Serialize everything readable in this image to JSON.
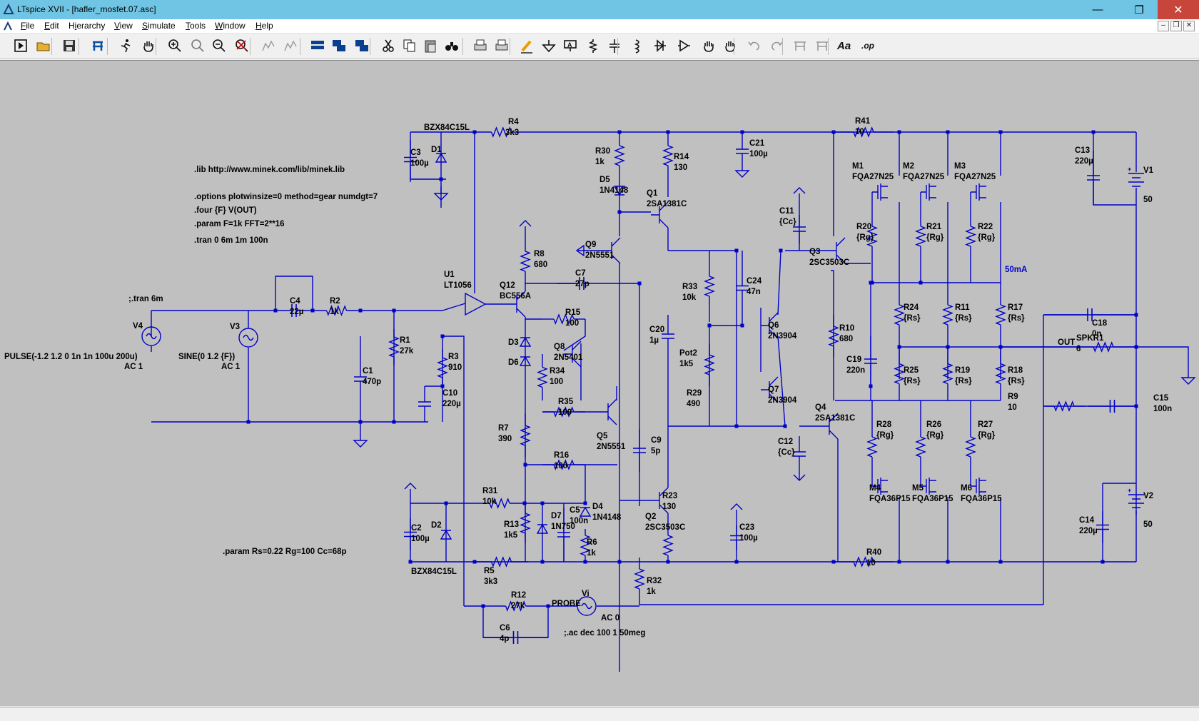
{
  "window": {
    "title": "LTspice XVII - [hafler_mosfet.07.asc]",
    "minimize_glyph": "—",
    "maximize_glyph": "❐",
    "close_glyph": "✕"
  },
  "menu": {
    "items": [
      "File",
      "Edit",
      "Hierarchy",
      "View",
      "Simulate",
      "Tools",
      "Window",
      "Help"
    ],
    "mnemonics": [
      "F",
      "E",
      "i",
      "V",
      "S",
      "T",
      "W",
      "H"
    ],
    "mdi_buttons": [
      "–",
      "❐",
      "✕"
    ]
  },
  "toolbar": {
    "icons": [
      "run-icon",
      "open-folder-icon",
      "save-icon",
      "control-panel-icon",
      "autoroute-icon",
      "pan-hand-icon",
      "zoom-in-icon",
      "zoom-area-icon",
      "zoom-out-icon",
      "zoom-fit-icon",
      "tile-horizontal-icon",
      "tile-vertical-icon",
      "tile-windows-icon",
      "cascade-icon",
      "arrange-icon",
      "cut-icon",
      "copy-icon",
      "paste-icon",
      "find-icon",
      "print-setup-icon",
      "print-icon",
      "draw-wire-icon",
      "ground-icon",
      "label-net-icon",
      "resistor-icon",
      "capacitor-icon",
      "inductor-icon",
      "diode-icon",
      "component-icon",
      "move-icon",
      "drag-icon",
      "undo-icon",
      "redo-icon",
      "rotate-icon",
      "mirror-icon",
      "text-icon",
      "spice-directive-icon"
    ],
    "spice_directive_label": ".op",
    "text_label": "Aa"
  },
  "colors": {
    "titlebar": "#6fc5e3",
    "close": "#c7453a",
    "canvas": "#c0c0c0",
    "wire": "#0000c8",
    "text": "#000000",
    "netlabel": "#0000c8"
  },
  "schematic": {
    "directives": [
      ".lib http://www.minek.com/lib/minek.lib",
      ".options plotwinsize=0 method=gear numdgt=7",
      ".four {F} V(OUT)",
      ".param F=1k FFT=2**16",
      ".tran 0 6m 1m 100n",
      ";.tran 6m",
      ".param Rs=0.22 Rg=100 Cc=68p",
      ";.ac dec 100 1 50meg"
    ],
    "sources": {
      "v4_name": "V4",
      "v4_value": "PULSE(-1.2 1.2 0 1n 1n 100u 200u)",
      "v4_ac": "AC 1",
      "v3_name": "V3",
      "v3_value": "SINE(0 1.2 {F})",
      "v3_ac": "AC 1",
      "v1_name": "V1",
      "v1_value": "50",
      "v2_name": "V2",
      "v2_value": "50",
      "vi_name": "Vi",
      "vi_value": "AC 0",
      "probe": "PROBE"
    },
    "net_labels": {
      "out": "OUT",
      "bias": "50mA"
    },
    "parts": [
      {
        "n": "BZX84C15L",
        "v": ""
      },
      {
        "n": "D1",
        "v": ""
      },
      {
        "n": "C3",
        "v": "100µ"
      },
      {
        "n": "R4",
        "v": "3k3"
      },
      {
        "n": "R30",
        "v": "1k"
      },
      {
        "n": "D5",
        "v": "1N4148"
      },
      {
        "n": "R14",
        "v": "130"
      },
      {
        "n": "Q1",
        "v": "2SA1381C"
      },
      {
        "n": "C21",
        "v": "100µ"
      },
      {
        "n": "R41",
        "v": "10"
      },
      {
        "n": "C13",
        "v": "220µ"
      },
      {
        "n": "M1",
        "v": "FQA27N25"
      },
      {
        "n": "M2",
        "v": "FQA27N25"
      },
      {
        "n": "M3",
        "v": "FQA27N25"
      },
      {
        "n": "R20",
        "v": "{Rg}"
      },
      {
        "n": "R21",
        "v": "{Rg}"
      },
      {
        "n": "R22",
        "v": "{Rg}"
      },
      {
        "n": "C11",
        "v": "{Cc}"
      },
      {
        "n": "Q3",
        "v": "2SC3503C"
      },
      {
        "n": "Q9",
        "v": "2N5551"
      },
      {
        "n": "R8",
        "v": "680"
      },
      {
        "n": "C7",
        "v": "27p"
      },
      {
        "n": "U1",
        "v": "LT1056"
      },
      {
        "n": "Q12",
        "v": "BC556A"
      },
      {
        "n": "R15",
        "v": "100"
      },
      {
        "n": "R33",
        "v": "10k"
      },
      {
        "n": "C24",
        "v": "47n"
      },
      {
        "n": "C20",
        "v": "1µ"
      },
      {
        "n": "R24",
        "v": "{Rs}"
      },
      {
        "n": "R11",
        "v": "{Rs}"
      },
      {
        "n": "R17",
        "v": "{Rs}"
      },
      {
        "n": "C18",
        "v": "0n"
      },
      {
        "n": "SPKR1",
        "v": "6"
      },
      {
        "n": "C4",
        "v": "22µ"
      },
      {
        "n": "R2",
        "v": "1k"
      },
      {
        "n": "R1",
        "v": "27k"
      },
      {
        "n": "R3",
        "v": "910"
      },
      {
        "n": "C1",
        "v": "470p"
      },
      {
        "n": "C10",
        "v": "220µ"
      },
      {
        "n": "D3",
        "v": ""
      },
      {
        "n": "D6",
        "v": ""
      },
      {
        "n": "Q8",
        "v": "2N5401"
      },
      {
        "n": "R34",
        "v": "100"
      },
      {
        "n": "R35",
        "v": "100"
      },
      {
        "n": "Q5",
        "v": "2N5551"
      },
      {
        "n": "Q6",
        "v": "2N3904"
      },
      {
        "n": "Q7",
        "v": "2N3904"
      },
      {
        "n": "Pot2",
        "v": "1k5"
      },
      {
        "n": "R29",
        "v": "490"
      },
      {
        "n": "R10",
        "v": "680"
      },
      {
        "n": "C19",
        "v": "220n"
      },
      {
        "n": "R25",
        "v": "{Rs}"
      },
      {
        "n": "R19",
        "v": "{Rs}"
      },
      {
        "n": "R18",
        "v": "{Rs}"
      },
      {
        "n": "R9",
        "v": "10"
      },
      {
        "n": "C15",
        "v": "100n"
      },
      {
        "n": "R7",
        "v": "390"
      },
      {
        "n": "R16",
        "v": "100"
      },
      {
        "n": "C9",
        "v": "5p"
      },
      {
        "n": "Q4",
        "v": "2SA1381C"
      },
      {
        "n": "C12",
        "v": "{Cc}"
      },
      {
        "n": "R28",
        "v": "{Rg}"
      },
      {
        "n": "R26",
        "v": "{Rg}"
      },
      {
        "n": "R27",
        "v": "{Rg}"
      },
      {
        "n": "M4",
        "v": "FQA36P15"
      },
      {
        "n": "M5",
        "v": "FQA36P15"
      },
      {
        "n": "M6",
        "v": "FQA36P15"
      },
      {
        "n": "R31",
        "v": "10k"
      },
      {
        "n": "D7",
        "v": "1N750"
      },
      {
        "n": "C5",
        "v": "100n"
      },
      {
        "n": "D4",
        "v": "1N4148"
      },
      {
        "n": "R13",
        "v": "1k5"
      },
      {
        "n": "R6",
        "v": "1k"
      },
      {
        "n": "Q2",
        "v": "2SC3503C"
      },
      {
        "n": "R23",
        "v": "130"
      },
      {
        "n": "C23",
        "v": "100µ"
      },
      {
        "n": "C14",
        "v": "220µ"
      },
      {
        "n": "C2",
        "v": "100µ"
      },
      {
        "n": "D2",
        "v": ""
      },
      {
        "n": "BZX84C15L",
        "v": ""
      },
      {
        "n": "R5",
        "v": "3k3"
      },
      {
        "n": "R40",
        "v": "10"
      },
      {
        "n": "R32",
        "v": "1k"
      },
      {
        "n": "R12",
        "v": "27k"
      },
      {
        "n": "C6",
        "v": "4p"
      }
    ]
  },
  "status": {
    "text": ""
  }
}
